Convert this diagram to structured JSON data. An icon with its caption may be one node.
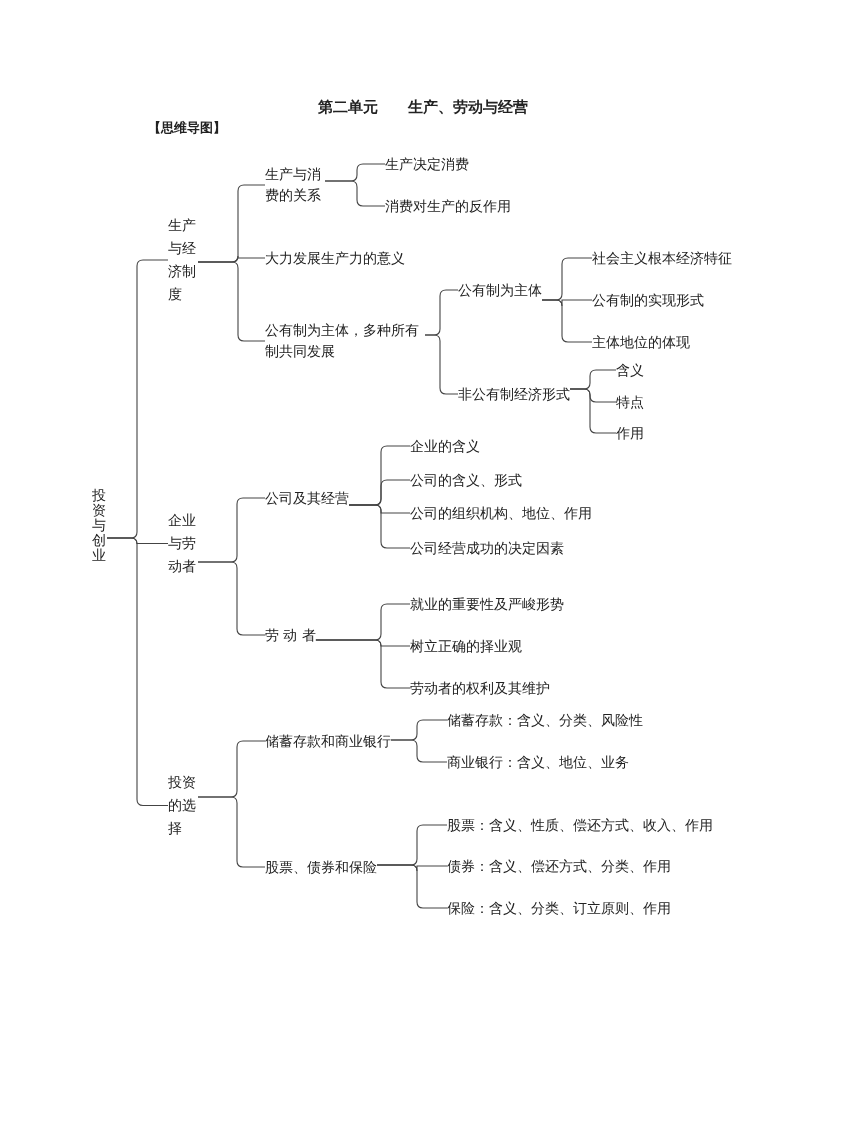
{
  "diagram": {
    "title": "第二单元　　生产、劳动与经营",
    "nodes": [
      {
        "text": [
          "投资与创业"
        ]
      },
      {
        "text": [
          "生产与经济制度"
        ]
      },
      {
        "text": [
          "生产与消费的关系"
        ]
      },
      {
        "text": [
          "生产决定消费"
        ]
      },
      {
        "text": [
          "消费对生产的反作用"
        ]
      },
      {
        "text": [
          "大力发展生产力的意义"
        ]
      },
      {
        "text": [
          "公有制为主体，多种所有制共同发展"
        ]
      },
      {
        "text": [
          "公有制为主体"
        ]
      },
      {
        "text": [
          "社会主义根本经济特征"
        ]
      },
      {
        "text": [
          "公有制的实现形式"
        ]
      },
      {
        "text": [
          "主体地位的体现"
        ]
      },
      {
        "text": [
          "非公有制经济形式"
        ]
      },
      {
        "text": [
          "含义"
        ]
      },
      {
        "text": [
          "特点"
        ]
      },
      {
        "text": [
          "作用"
        ]
      },
      {
        "text": [
          "企业与劳动者"
        ]
      },
      {
        "text": [
          "公司及其经营"
        ]
      },
      {
        "text": [
          "企业的含义"
        ]
      },
      {
        "text": [
          "公司的含义、形式"
        ]
      },
      {
        "text": [
          "公司的组织机构、地位、作用"
        ]
      },
      {
        "text": [
          "公司经营成功的决定因素"
        ]
      },
      {
        "text": [
          "劳 动 者"
        ]
      },
      {
        "text": [
          "就业的重要性及严峻形势"
        ]
      },
      {
        "text": [
          "树立正确的择业观"
        ]
      },
      {
        "text": [
          "劳动者的权利及其维护"
        ]
      },
      {
        "text": [
          "投资的选择"
        ]
      },
      {
        "text": [
          "储蓄存款和商业银行"
        ]
      },
      {
        "text": [
          "储蓄存款：含义、分类、风险性"
        ]
      },
      {
        "text": [
          "商业银行：含义、地位、业务"
        ]
      },
      {
        "text": [
          "股票、债券和保险"
        ]
      },
      {
        "text": [
          "股票：含义、性质、偿还方式、收入、作用"
        ]
      },
      {
        "text": [
          "债券：含义、偿还方式、分类、作用"
        ]
      },
      {
        "text": [
          "保险：含义、分类、订立原则、作用"
        ]
      }
    ],
    "edges": [
      {
        "from": 0,
        "to": 1,
        "arrow": "none"
      },
      {
        "from": 0,
        "to": 15,
        "arrow": "none"
      },
      {
        "from": 0,
        "to": 25,
        "arrow": "none"
      },
      {
        "from": 1,
        "to": 2,
        "arrow": "none"
      },
      {
        "from": 1,
        "to": 5,
        "arrow": "none"
      },
      {
        "from": 1,
        "to": 6,
        "arrow": "none"
      },
      {
        "from": 2,
        "to": 3,
        "arrow": "none"
      },
      {
        "from": 2,
        "to": 4,
        "arrow": "none"
      },
      {
        "from": 6,
        "to": 7,
        "arrow": "none"
      },
      {
        "from": 6,
        "to": 11,
        "arrow": "none"
      },
      {
        "from": 7,
        "to": 8,
        "arrow": "none"
      },
      {
        "from": 7,
        "to": 9,
        "arrow": "none"
      },
      {
        "from": 7,
        "to": 10,
        "arrow": "none"
      },
      {
        "from": 11,
        "to": 12,
        "arrow": "none"
      },
      {
        "from": 11,
        "to": 13,
        "arrow": "none"
      },
      {
        "from": 11,
        "to": 14,
        "arrow": "none"
      },
      {
        "from": 15,
        "to": 16,
        "arrow": "none"
      },
      {
        "from": 15,
        "to": 21,
        "arrow": "none"
      },
      {
        "from": 16,
        "to": 17,
        "arrow": "none"
      },
      {
        "from": 16,
        "to": 18,
        "arrow": "none"
      },
      {
        "from": 16,
        "to": 19,
        "arrow": "none"
      },
      {
        "from": 16,
        "to": 20,
        "arrow": "none"
      },
      {
        "from": 21,
        "to": 22,
        "arrow": "none"
      },
      {
        "from": 21,
        "to": 23,
        "arrow": "none"
      },
      {
        "from": 21,
        "to": 24,
        "arrow": "none"
      },
      {
        "from": 25,
        "to": 26,
        "arrow": "none"
      },
      {
        "from": 25,
        "to": 29,
        "arrow": "none"
      },
      {
        "from": 26,
        "to": 27,
        "arrow": "none"
      },
      {
        "from": 26,
        "to": 28,
        "arrow": "none"
      },
      {
        "from": 29,
        "to": 30,
        "arrow": "none"
      },
      {
        "from": 29,
        "to": 31,
        "arrow": "none"
      },
      {
        "from": 29,
        "to": 32,
        "arrow": "none"
      }
    ],
    "labels": [
      "【思维导图】"
    ]
  }
}
